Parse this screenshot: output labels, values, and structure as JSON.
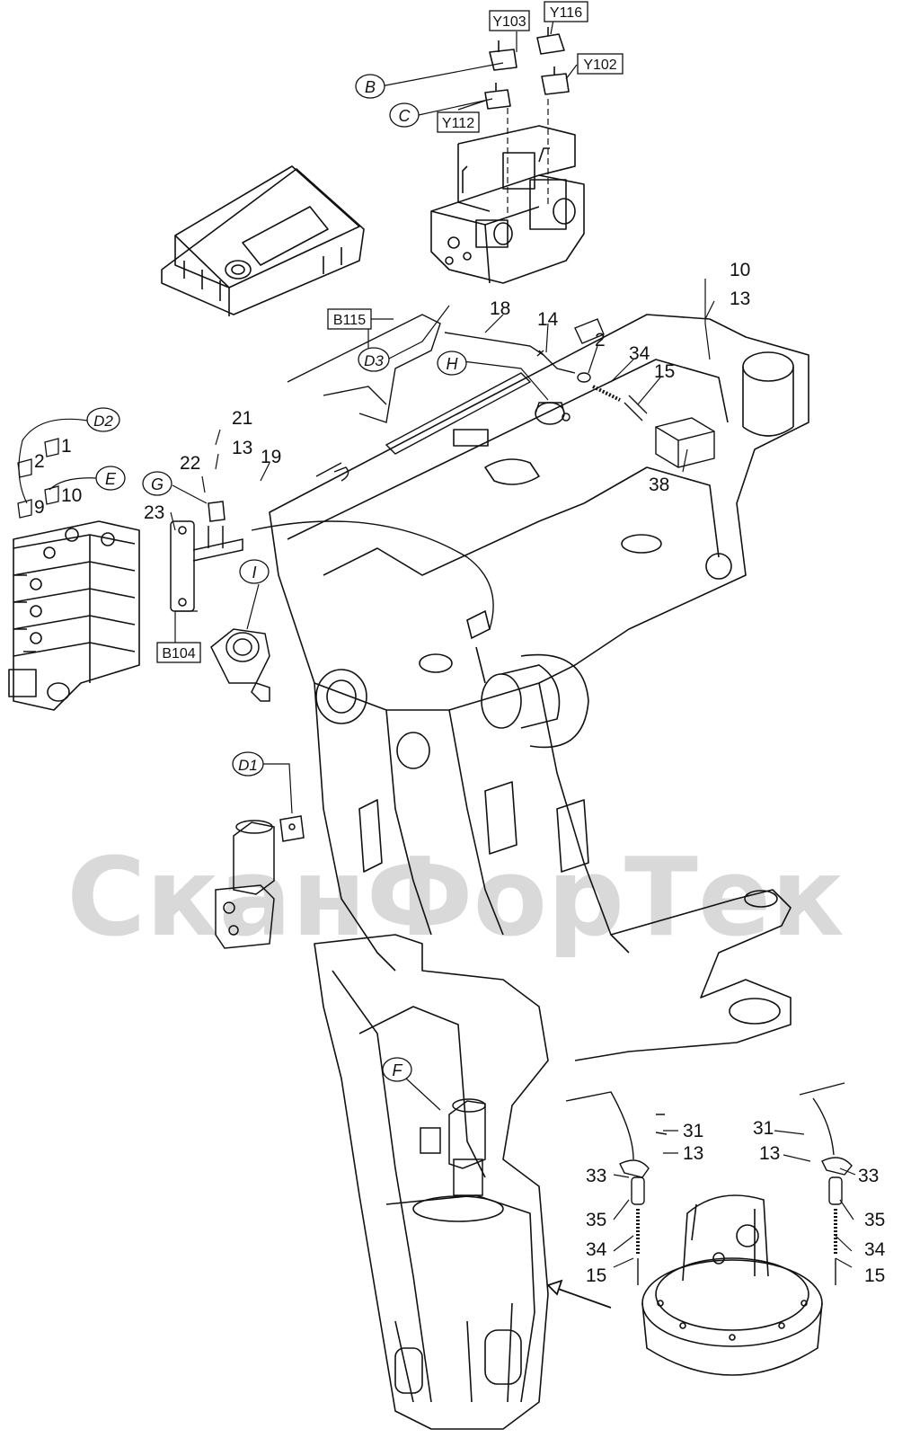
{
  "watermark": {
    "text": "СканФорТек",
    "color": "#d9d9d9"
  },
  "colors": {
    "line": "#111111",
    "background": "#ffffff"
  },
  "boxed_labels": [
    "Y103",
    "Y116",
    "Y102",
    "Y112",
    "B115",
    "B104"
  ],
  "circled_letters": [
    "B",
    "C",
    "D3",
    "H",
    "D2",
    "E",
    "G",
    "I",
    "D1",
    "F"
  ],
  "part_numbers": {
    "n10": "10",
    "n13a": "13",
    "n18": "18",
    "n14": "14",
    "n2a": "2",
    "n34a": "34",
    "n15a": "15",
    "n38": "38",
    "n21": "21",
    "n13b": "13",
    "n22": "22",
    "n19": "19",
    "n23": "23",
    "n1": "1",
    "n2b": "2",
    "n10b": "10",
    "n9": "9",
    "n31a": "31",
    "n13c": "13",
    "n33a": "33",
    "n35a": "35",
    "n34b": "34",
    "n15b": "15",
    "n31b": "31",
    "n13d": "13",
    "n33b": "33",
    "n35b": "35",
    "n34c": "34",
    "n15c": "15"
  }
}
